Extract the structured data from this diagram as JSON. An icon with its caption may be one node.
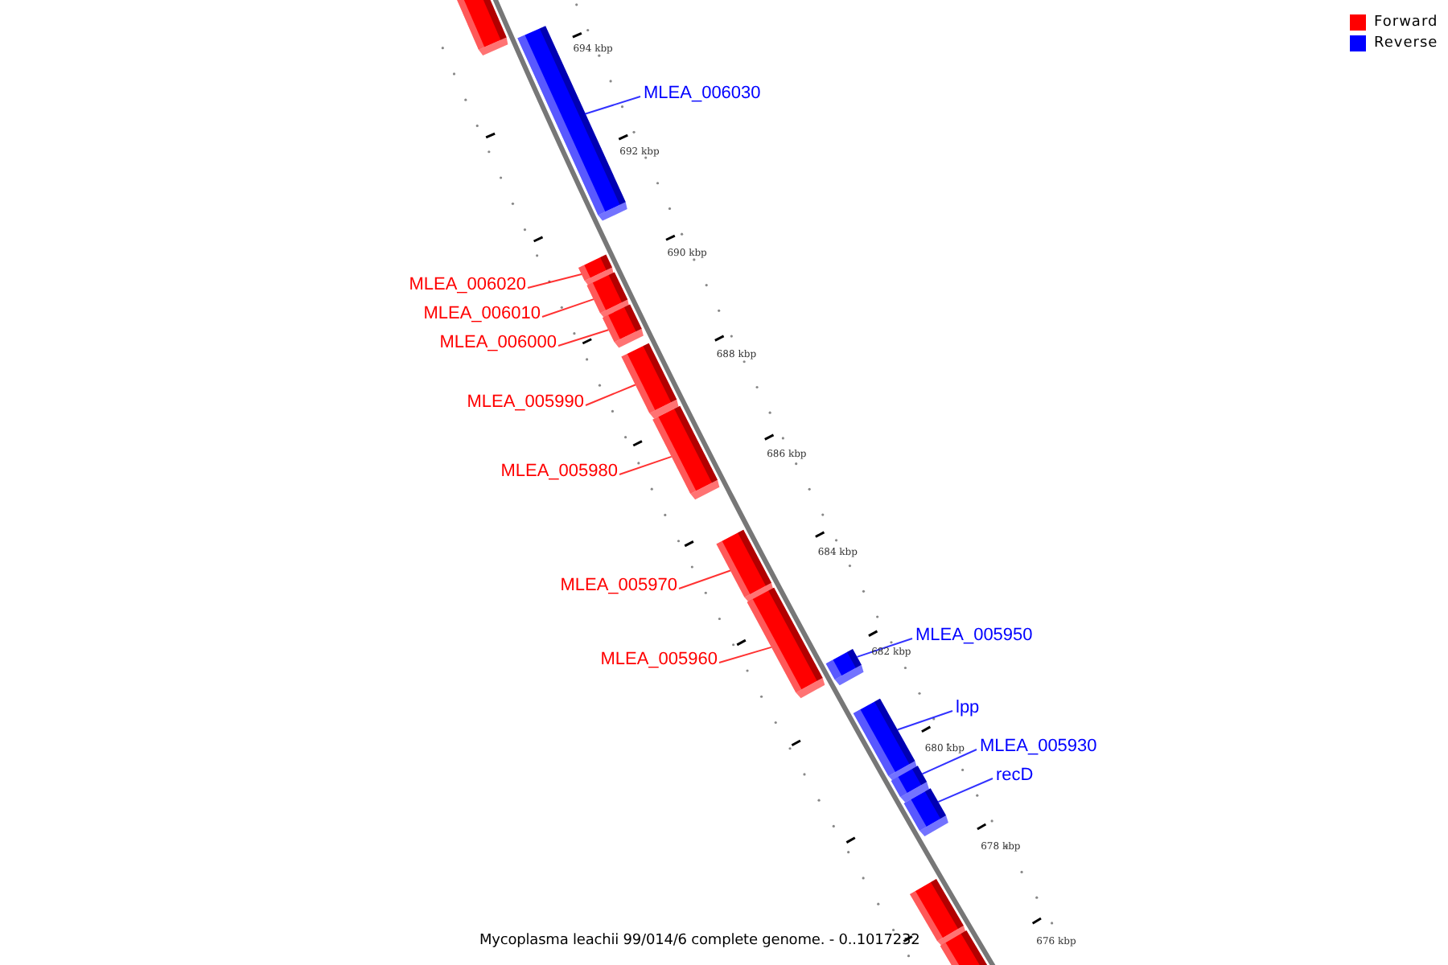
{
  "diagram": {
    "caption": "Mycoplasma leachii 99/014/6 complete genome. - 0..1017232",
    "nodes": [
      {
        "text": [],
        "shape": "bar"
      },
      {
        "text": [],
        "shape": "bar"
      },
      {
        "text": [],
        "shape": "bar"
      },
      {
        "text": [],
        "shape": "bar"
      },
      {
        "text": [],
        "shape": "bar"
      },
      {
        "text": [],
        "shape": "bar"
      },
      {
        "text": [],
        "shape": "bar"
      },
      {
        "text": [],
        "shape": "bar"
      },
      {
        "text": [],
        "shape": "bar"
      },
      {
        "text": [],
        "shape": "bar"
      },
      {
        "text": [],
        "shape": "bar"
      },
      {
        "text": [],
        "shape": "bar"
      },
      {
        "text": [],
        "shape": "bar"
      },
      {
        "text": [],
        "shape": "bar"
      },
      {
        "text": [],
        "shape": "bar"
      },
      {
        "text": [
          "MLEA_006030"
        ]
      },
      {
        "text": [
          "MLEA_006020"
        ]
      },
      {
        "text": [
          "MLEA_006010"
        ]
      },
      {
        "text": [
          "MLEA_006000"
        ]
      },
      {
        "text": [
          "MLEA_005990"
        ]
      },
      {
        "text": [
          "MLEA_005980"
        ]
      },
      {
        "text": [
          "MLEA_005970"
        ]
      },
      {
        "text": [
          "MLEA_005960"
        ]
      },
      {
        "text": [
          "MLEA_005950"
        ]
      },
      {
        "text": [
          "lpp"
        ]
      },
      {
        "text": [
          "MLEA_005930"
        ]
      },
      {
        "text": [
          "recD"
        ]
      }
    ],
    "edges": [
      {
        "from": 15,
        "to": 1,
        "arrow": "none",
        "color": "#0000ff"
      },
      {
        "from": 16,
        "to": 2,
        "arrow": "none"
      },
      {
        "from": 17,
        "to": 3,
        "arrow": "none"
      },
      {
        "from": 18,
        "to": 4,
        "arrow": "none"
      },
      {
        "from": 19,
        "to": 5,
        "arrow": "none"
      },
      {
        "from": 20,
        "to": 6,
        "arrow": "none"
      },
      {
        "from": 21,
        "to": 7,
        "arrow": "none"
      },
      {
        "from": 22,
        "to": 8,
        "arrow": "none"
      },
      {
        "from": 23,
        "to": 9,
        "arrow": "none",
        "color": "#0000ff"
      },
      {
        "from": 24,
        "to": 10,
        "arrow": "none",
        "color": "#0000ff"
      },
      {
        "from": 25,
        "to": 11,
        "arrow": "none",
        "color": "#0000ff"
      },
      {
        "from": 26,
        "to": 12,
        "arrow": "none",
        "color": "#0000ff"
      }
    ],
    "labels": [
      "694 kbp",
      "692 kbp",
      "690 kbp",
      "688 kbp",
      "686 kbp",
      "684 kbp",
      "682 kbp",
      "680 kbp",
      "678 kbp",
      "676 kbp"
    ],
    "legend": [
      {
        "text": "Forward",
        "color": "#ff0000"
      },
      {
        "text": "Reverse",
        "color": "#0000ff"
      }
    ]
  }
}
